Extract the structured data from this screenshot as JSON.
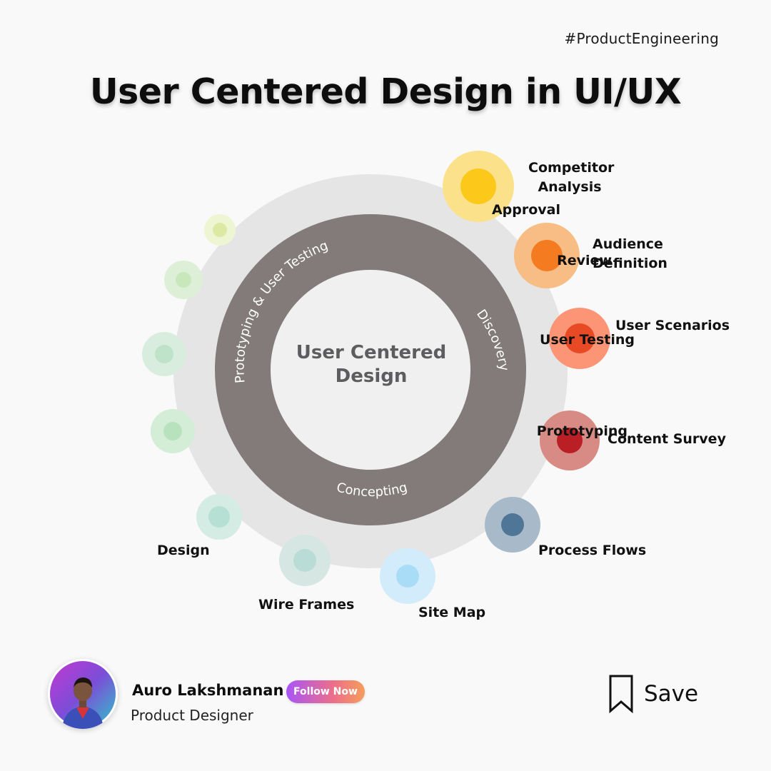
{
  "hashtag": "#ProductEngineering",
  "title": "User Centered Design in UI/UX",
  "diagram": {
    "center_line1": "User Centered",
    "center_line2": "Design",
    "phases": {
      "prototyping": "Prototyping & User Testing",
      "discovery": "Discovery",
      "concepting": "Concepting"
    },
    "stages": [
      {
        "label": "Competitor\nAnalysis",
        "outer": "#fbe28a",
        "inner": "#fcc81a"
      },
      {
        "label": "Audience\nDefinition",
        "outer": "#f7bd84",
        "inner": "#f47b1f"
      },
      {
        "label": "User Scenarios",
        "outer": "#fb9575",
        "inner": "#e84a26"
      },
      {
        "label": "Content Survey",
        "outer": "#d88b84",
        "inner": "#bb1f26"
      },
      {
        "label": "Process Flows",
        "outer": "#a8bac9",
        "inner": "#4f7597"
      },
      {
        "label": "Site Map",
        "outer": "#d3ecfb",
        "inner": "#a8dcf7"
      },
      {
        "label": "Wire Frames",
        "outer": "#d6e6e2",
        "inner": "#b9dcd6"
      },
      {
        "label": "Design",
        "outer": "#d5ece4",
        "inner": "#b6e0d3"
      },
      {
        "label": "Prototyping",
        "outer": "#d4edd7",
        "inner": "#b8e2be"
      },
      {
        "label": "User Testing",
        "outer": "#d8edde",
        "inner": "#bee3c9"
      },
      {
        "label": "Review",
        "outer": "#deefd8",
        "inner": "#c8e7bb"
      },
      {
        "label": "Approval",
        "outer": "#eef5d2",
        "inner": "#dce9a3"
      }
    ]
  },
  "author": {
    "name": "Auro Lakshmanan",
    "role": "Product Designer",
    "follow_label": "Follow Now"
  },
  "save_label": "Save",
  "icons": {
    "save": "bookmark-icon"
  }
}
